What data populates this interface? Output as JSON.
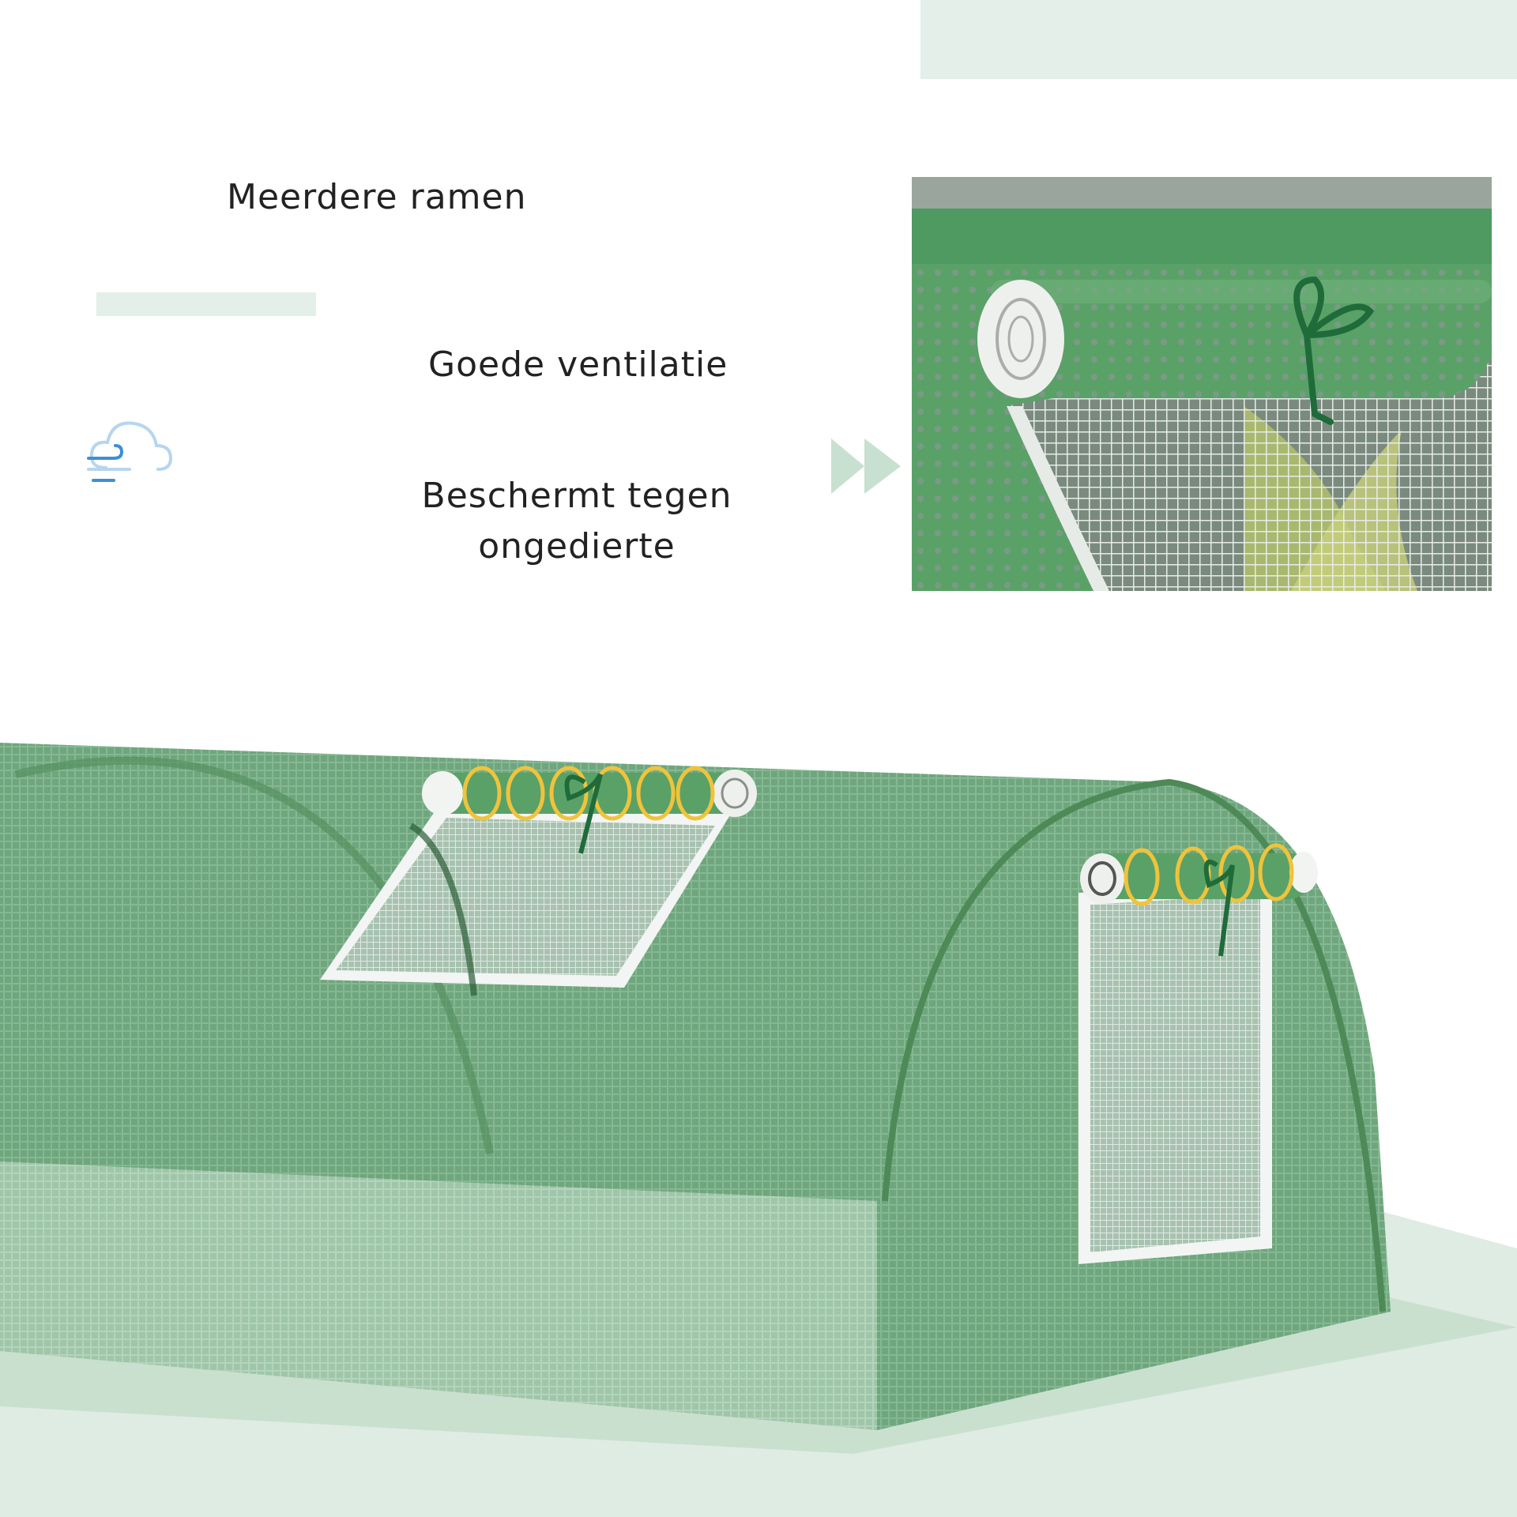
{
  "features": {
    "windows": "Meerdere ramen",
    "ventilation": "Goede ventilatie",
    "protection_line1": "Beschermt tegen",
    "protection_line2": "ongedierte"
  },
  "icons": {
    "wind": "wind-cloud-icon",
    "arrow": "double-chevron-right-icon"
  },
  "colors": {
    "accent_light": "#e3efe8",
    "tunnel_green": "#6fa67d",
    "mesh_white": "#f2f5f3",
    "clip_yellow": "#f0c33a"
  }
}
